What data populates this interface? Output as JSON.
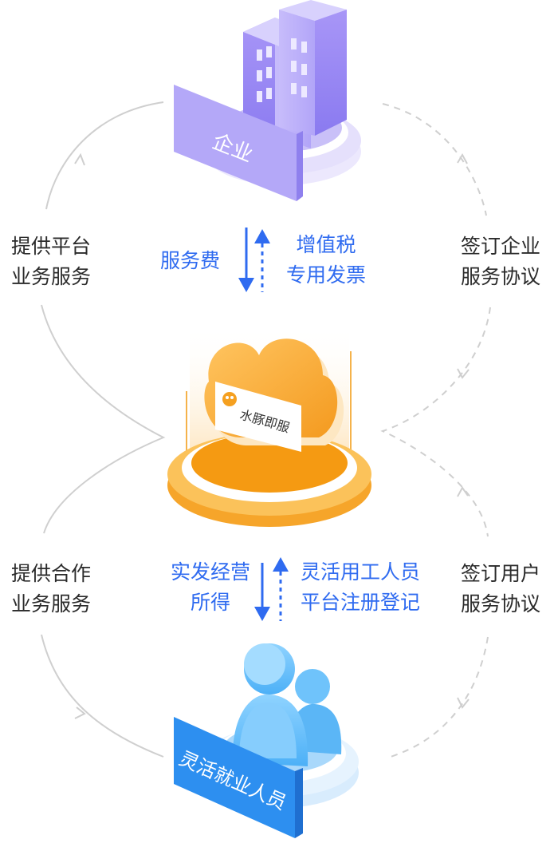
{
  "nodes": {
    "enterprise": {
      "label": "企业"
    },
    "platform": {
      "label": "水豚即服"
    },
    "workers": {
      "label": "灵活就业人员"
    }
  },
  "flows": {
    "service_fee": "服务费",
    "vat_invoice": [
      "增值税",
      "专用发票"
    ],
    "income": [
      "实发经营",
      "所得"
    ],
    "registration": [
      "灵活用工人员",
      "平台注册登记"
    ]
  },
  "sides": {
    "left_top": [
      "提供平台",
      "业务服务"
    ],
    "right_top": [
      "签订企业",
      "服务协议"
    ],
    "left_bottom": [
      "提供合作",
      "业务服务"
    ],
    "right_bottom": [
      "签订用户",
      "服务协议"
    ]
  },
  "colors": {
    "enterprise": "#a99bf3",
    "platform": "#f5a020",
    "workers": "#3aa0f0",
    "arrow": "#2f6bf0",
    "connector": "#cfcfcf",
    "text": "#2b2b2b",
    "flow_text": "#2f6bf0"
  }
}
